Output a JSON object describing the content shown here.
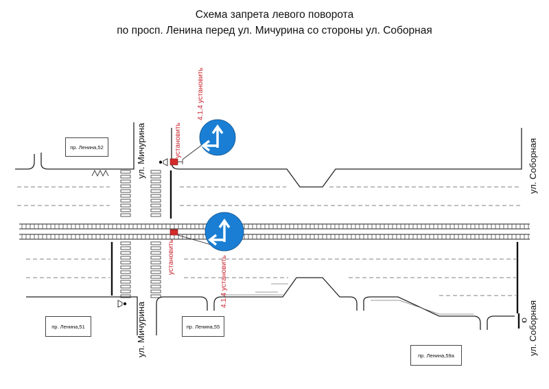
{
  "title": {
    "line1": "Схема запрета левого поворота",
    "line2": "по просп. Ленина перед ул. Мичурина со стороны ул. Соборная"
  },
  "buildings": [
    {
      "label": "пр. Ленина,52"
    },
    {
      "label": "пр. Ленина,51"
    },
    {
      "label": "пр. Ленина,55"
    },
    {
      "label": "пр. Ленина,59а"
    }
  ],
  "streets": {
    "michurina": "ул. Мичурина",
    "sobornaya": "ул. Соборная"
  },
  "annotations": {
    "install": "установить",
    "sign_install": "4.1.4 установить"
  },
  "colors": {
    "sign_blue": "#1a7fd4",
    "marker_red": "#d42a2a",
    "annotation_red": "#c8202a",
    "lines": "#222222"
  },
  "icons": [
    "sign-straight-or-right-icon",
    "traffic-light-icon",
    "installation-marker-icon"
  ]
}
